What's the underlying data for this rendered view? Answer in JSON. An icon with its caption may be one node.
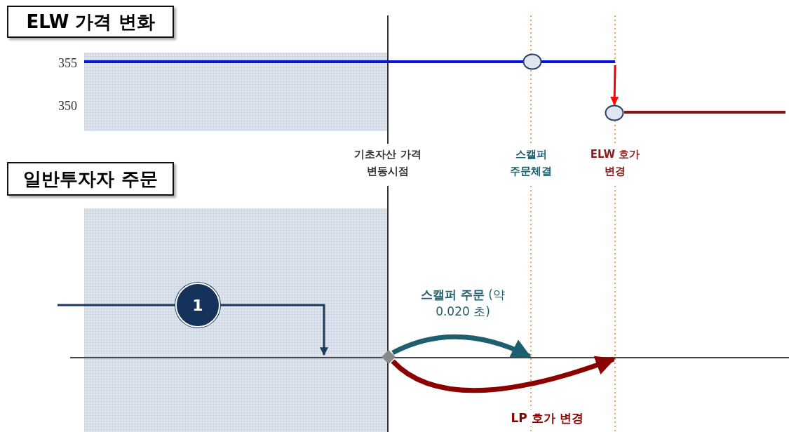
{
  "diagram": {
    "nodes": [
      {
        "text": [
          "ELW 가격 변화"
        ]
      },
      {
        "text": [
          "일반투자자 주문"
        ]
      },
      {
        "text": [],
        "shape": "circle"
      },
      {
        "text": [],
        "shape": "circle"
      },
      {
        "text": [
          "1"
        ]
      },
      {
        "text": [],
        "shape": "diamond"
      }
    ],
    "edges": [
      {
        "from": null,
        "to": 3,
        "arrow": "to",
        "color": "#ff0000"
      },
      {
        "from": null,
        "to": 4,
        "arrow": "none",
        "color": "#1f3b5c"
      },
      {
        "from": 4,
        "to": null,
        "arrow": "to",
        "color": "#1f3b5c"
      },
      {
        "from": 5,
        "to": null,
        "arrow": "to",
        "label": "**스캘퍼 주문** (약 0.020 초)",
        "style": "thick",
        "color": "#1d5f6e"
      },
      {
        "from": 5,
        "to": null,
        "arrow": "to",
        "label": "LP 호가 변경",
        "style": "thick",
        "color": "#8b0000"
      }
    ],
    "labels": [
      "355",
      "350",
      "기초자산 가격 변동시점",
      "스캘퍼 주문체결",
      "ELW 호가 변경"
    ]
  }
}
